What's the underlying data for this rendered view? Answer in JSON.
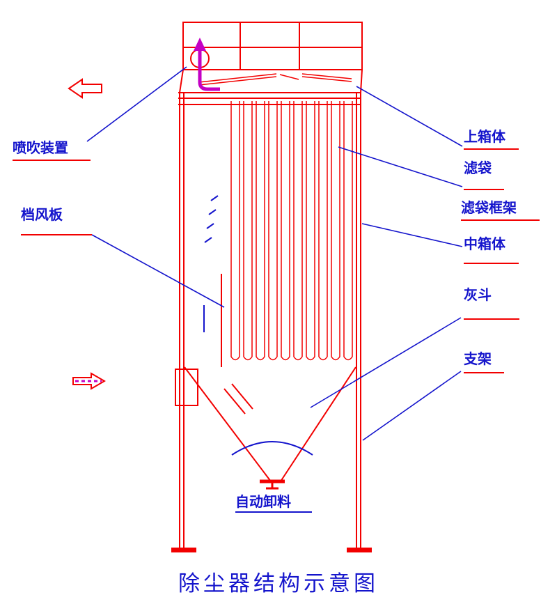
{
  "diagram": {
    "title": "除尘器结构示意图",
    "labels": {
      "blow_device": "喷吹装置",
      "baffle": "档风板",
      "upper_box": "上箱体",
      "filter_bag": "滤袋",
      "bag_cage": "滤袋框架",
      "middle_box": "中箱体",
      "ash_hopper": "灰斗",
      "support": "支架",
      "auto_discharge": "自动卸料"
    },
    "icons": {
      "outlet_arrow": "left-block-arrow",
      "inlet_arrow": "right-block-arrow",
      "pulse_jet_arrow": "up-arrow"
    },
    "colors": {
      "line_red": "#f20000",
      "label_blue": "#1414cc",
      "pipe_magenta": "#c400c4"
    }
  }
}
